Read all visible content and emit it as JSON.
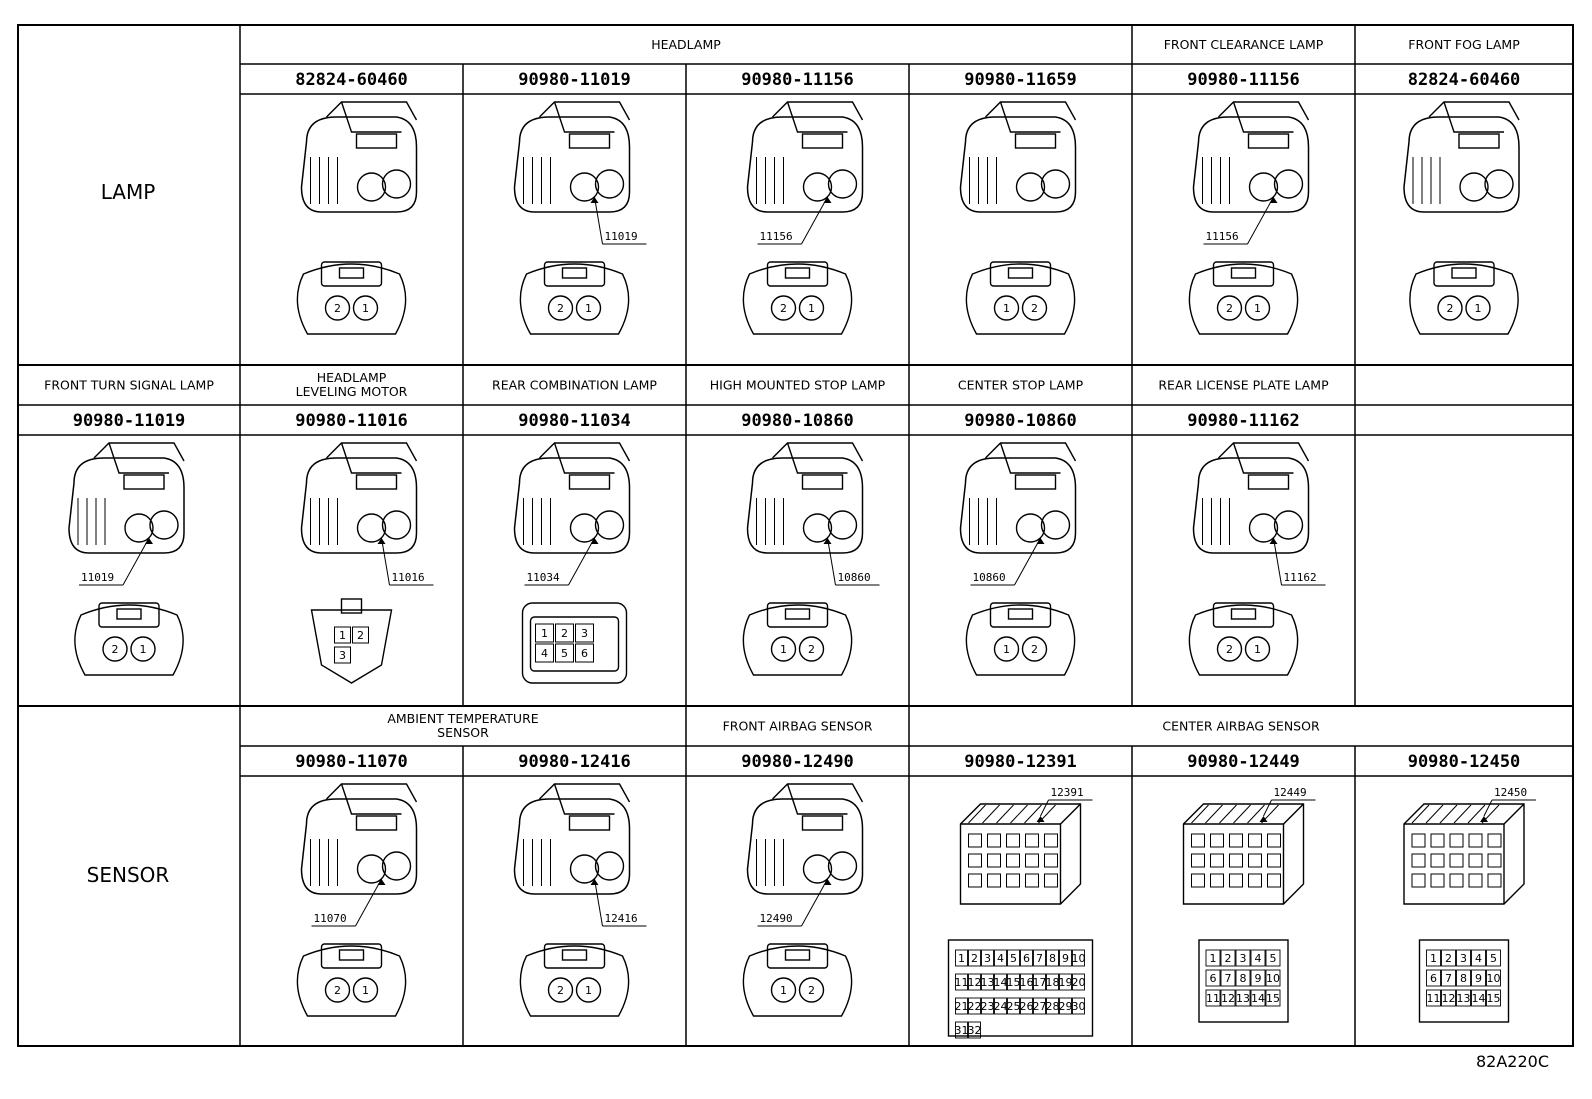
{
  "row_labels": {
    "lamp": "LAMP",
    "sensor": "SENSOR"
  },
  "figure_code": "82A220C",
  "rows": [
    {
      "groups": [
        {
          "name": "HEADLAMP",
          "span": 4
        },
        {
          "name": "FRONT CLEARANCE LAMP",
          "span": 1
        },
        {
          "name": "FRONT FOG LAMP",
          "span": 1
        }
      ],
      "cells": [
        {
          "part": "82824-60460",
          "callout": "",
          "pins": 2,
          "pin_labels": [
            "2",
            "1"
          ]
        },
        {
          "part": "90980-11019",
          "callout": "11019",
          "pins": 2,
          "pin_labels": [
            "2",
            "1"
          ]
        },
        {
          "part": "90980-11156",
          "callout": "11156",
          "pins": 2,
          "pin_labels": [
            "2",
            "1"
          ]
        },
        {
          "part": "90980-11659",
          "callout": "",
          "pins": 2,
          "pin_labels": [
            "1",
            "2"
          ]
        },
        {
          "part": "90980-11156",
          "callout": "11156",
          "pins": 2,
          "pin_labels": [
            "2",
            "1"
          ]
        },
        {
          "part": "82824-60460",
          "callout": "",
          "pins": 2,
          "pin_labels": [
            "2",
            "1"
          ]
        }
      ]
    },
    {
      "groups": [
        {
          "name": "FRONT TURN SIGNAL LAMP",
          "span": 1
        },
        {
          "name": "HEADLAMP\nLEVELING MOTOR",
          "span": 1
        },
        {
          "name": "REAR COMBINATION LAMP",
          "span": 1
        },
        {
          "name": "HIGH MOUNTED STOP LAMP",
          "span": 1
        },
        {
          "name": "CENTER STOP LAMP",
          "span": 1
        },
        {
          "name": "REAR LICENSE PLATE LAMP",
          "span": 1
        },
        {
          "name": "",
          "span": 1
        }
      ],
      "cells": [
        {
          "part": "90980-11019",
          "callout": "11019",
          "pins": 2,
          "pin_labels": [
            "2",
            "1"
          ]
        },
        {
          "part": "90980-11016",
          "callout": "11016",
          "pins": 3,
          "pin_labels": [
            "1",
            "2",
            "3"
          ]
        },
        {
          "part": "90980-11034",
          "callout": "11034",
          "pins": 6,
          "pin_labels": [
            "1",
            "2",
            "3",
            "4",
            "5",
            "6"
          ]
        },
        {
          "part": "90980-10860",
          "callout": "10860",
          "pins": 2,
          "pin_labels": [
            "1",
            "2"
          ]
        },
        {
          "part": "90980-10860",
          "callout": "10860",
          "pins": 2,
          "pin_labels": [
            "1",
            "2"
          ]
        },
        {
          "part": "90980-11162",
          "callout": "11162",
          "pins": 2,
          "pin_labels": [
            "2",
            "1"
          ]
        },
        {
          "part": "",
          "callout": "",
          "pins": 0,
          "pin_labels": []
        }
      ]
    },
    {
      "groups": [
        {
          "name": "AMBIENT TEMPERATURE\nSENSOR",
          "span": 2
        },
        {
          "name": "FRONT AIRBAG SENSOR",
          "span": 1
        },
        {
          "name": "CENTER AIRBAG SENSOR",
          "span": 3
        }
      ],
      "cells": [
        {
          "part": "90980-11070",
          "callout": "11070",
          "pins": 2,
          "pin_labels": [
            "2",
            "1"
          ]
        },
        {
          "part": "90980-12416",
          "callout": "12416",
          "pins": 2,
          "pin_labels": [
            "2",
            "1"
          ]
        },
        {
          "part": "90980-12490",
          "callout": "12490",
          "pins": 2,
          "pin_labels": [
            "1",
            "2"
          ]
        },
        {
          "part": "90980-12391",
          "callout": "12391",
          "pins": 32,
          "pin_labels": [
            "1",
            "2",
            "3",
            "4",
            "5",
            "6",
            "7",
            "8",
            "9",
            "10",
            "11",
            "12",
            "13",
            "14",
            "15",
            "16",
            "17",
            "18",
            "19",
            "20",
            "21",
            "22",
            "23",
            "24",
            "25",
            "26",
            "27",
            "28",
            "29",
            "30",
            "31",
            "32"
          ]
        },
        {
          "part": "90980-12449",
          "callout": "12449",
          "pins": 15,
          "pin_labels": [
            "1",
            "2",
            "3",
            "4",
            "5",
            "6",
            "7",
            "8",
            "9",
            "10",
            "11",
            "12",
            "13",
            "14",
            "15"
          ]
        },
        {
          "part": "90980-12450",
          "callout": "12450",
          "pins": 15,
          "pin_labels": [
            "1",
            "2",
            "3",
            "4",
            "5",
            "6",
            "7",
            "8",
            "9",
            "10",
            "11",
            "12",
            "13",
            "14",
            "15"
          ]
        }
      ]
    }
  ]
}
